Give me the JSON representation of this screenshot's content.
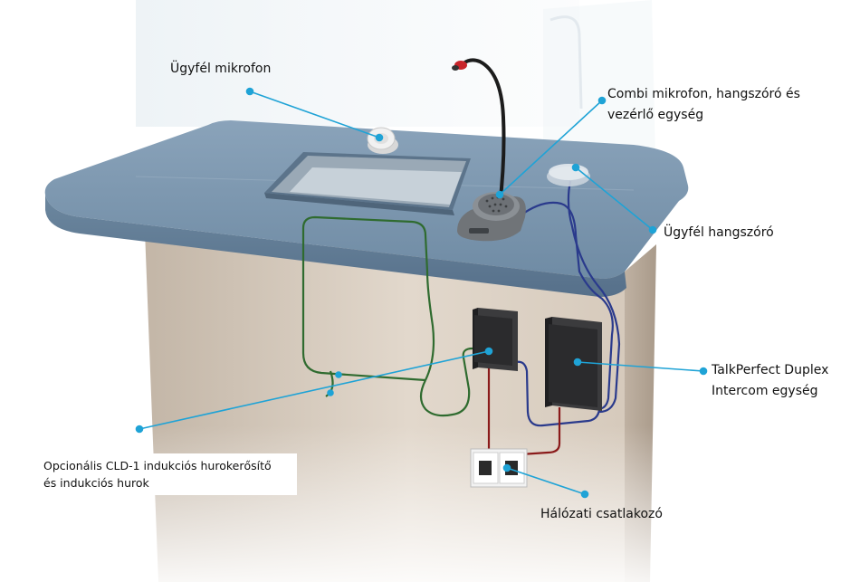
{
  "labels": {
    "ugyfel_mikrofon": "Ügyfél mikrofon",
    "combi_line1": "Combi mikrofon, hangszóró és",
    "combi_line2": "vezérlő egység",
    "ugyfel_hangszoro": "Ügyfél hangszóró",
    "talkperfect_line1": "TalkPerfect Duplex",
    "talkperfect_line2": "Intercom egység",
    "opcionalis_line1": "Opcionális CLD-1 indukciós hurokerősítő",
    "opcionalis_line2": "és indukciós hurok",
    "halozati": "Hálózati csatlakozó"
  },
  "colors": {
    "leader": "#1fa3d6",
    "cable_blue": "#2a3a8c",
    "cable_red": "#8a1a1a",
    "cable_green": "#2f6b2f",
    "counter_top": "#7d98b0",
    "cabinet": "#cfc2b3"
  }
}
